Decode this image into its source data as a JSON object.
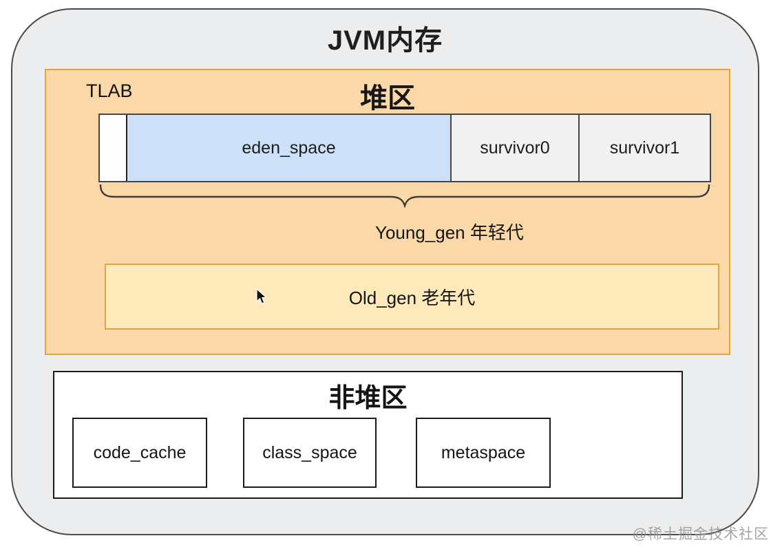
{
  "page": {
    "title": "JVM内存",
    "watermark": "@稀土掘金技术社区"
  },
  "heap": {
    "title": "堆区",
    "tlab_label": "TLAB",
    "young_row": {
      "eden": "eden_space",
      "survivor0": "survivor0",
      "survivor1": "survivor1"
    },
    "young_label": "Young_gen 年轻代",
    "old_label": "Old_gen 老年代"
  },
  "non_heap": {
    "title": "非堆区",
    "boxes": [
      "code_cache",
      "class_space",
      "metaspace"
    ]
  },
  "icons": {
    "brace": "curly-brace-down",
    "cursor": "mouse-pointer-arrow"
  },
  "colors": {
    "outer_fill": "#ECEDEE",
    "outer_border": "#4A4A4A",
    "heap_fill": "#FBD8A8",
    "heap_border": "#E8A33C",
    "eden_fill": "#CCE1F8",
    "survivor_fill": "#F1F1F2",
    "old_gen_fill": "#FDE9BA",
    "old_gen_border": "#DFA348",
    "box_border": "#1B1B1B",
    "text": "#1A1A1A"
  }
}
